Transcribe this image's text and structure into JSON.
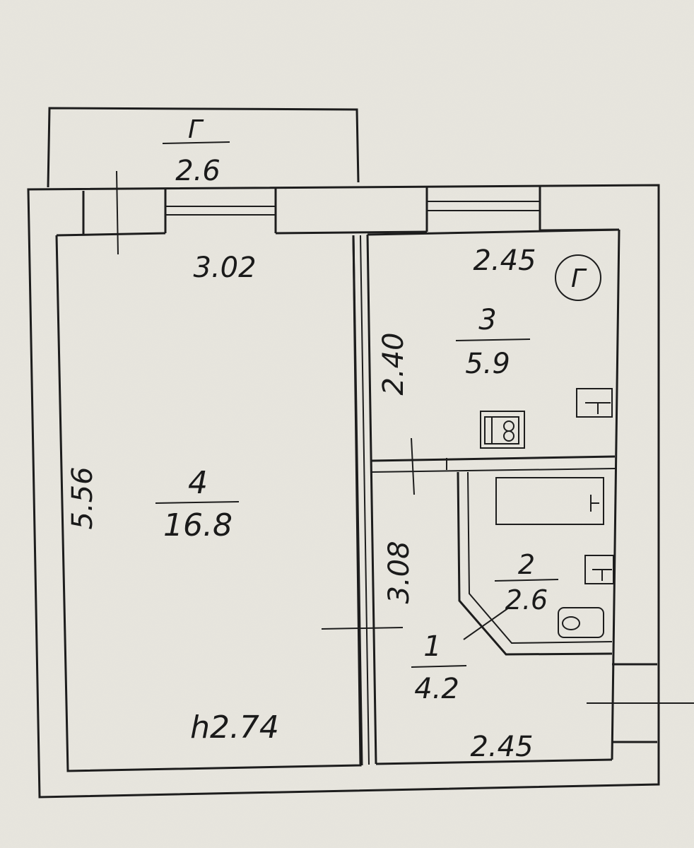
{
  "balcony": {
    "label": "Г",
    "area": "2.6"
  },
  "rooms": [
    {
      "number": "4",
      "area": "16.8"
    },
    {
      "number": "3",
      "area": "5.9"
    },
    {
      "number": "2",
      "area": "2.6"
    },
    {
      "number": "1",
      "area": "4.2"
    }
  ],
  "dimensions": {
    "room4_width": "3.02",
    "room4_length": "5.56",
    "room3_width": "2.45",
    "room3_length": "2.40",
    "hall_length": "3.08",
    "hall_width": "2.45",
    "ceiling_height": "h2.74"
  },
  "gas_symbol": "Г"
}
